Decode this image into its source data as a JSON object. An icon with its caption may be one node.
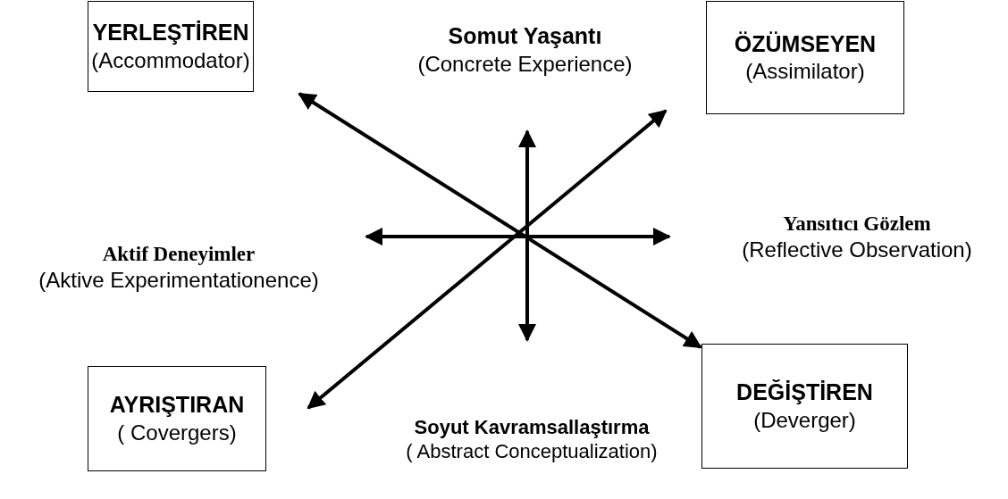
{
  "diagram": {
    "nodes": [
      {
        "text": [
          "YERLEŞTİREN",
          "(Accommodator)"
        ]
      },
      {
        "text": [
          "Somut Yaşantı",
          "(Concrete Experience)"
        ]
      },
      {
        "text": [
          "ÖZÜMSEYEN",
          "(Assimilator)"
        ]
      },
      {
        "text": [
          "Aktif Deneyimler",
          "(Aktive Experimentationence)"
        ]
      },
      {
        "text": [
          "Yansıtıcı Gözlem",
          "(Reflective Observation)"
        ]
      },
      {
        "text": [
          "AYRIŞTIRAN",
          "( Covergers)"
        ]
      },
      {
        "text": [
          "Soyut Kavramsallaştırma",
          "( Abstract Conceptualization)"
        ]
      },
      {
        "text": [
          "DEĞİŞTİREN",
          "(Deverger)"
        ]
      }
    ],
    "edges": [
      {
        "from": 0,
        "to": 7,
        "arrow": "both"
      },
      {
        "from": 2,
        "to": 5,
        "arrow": "both"
      },
      {
        "from": 1,
        "to": 6,
        "arrow": "both"
      },
      {
        "from": 3,
        "to": 4,
        "arrow": "both"
      }
    ]
  }
}
